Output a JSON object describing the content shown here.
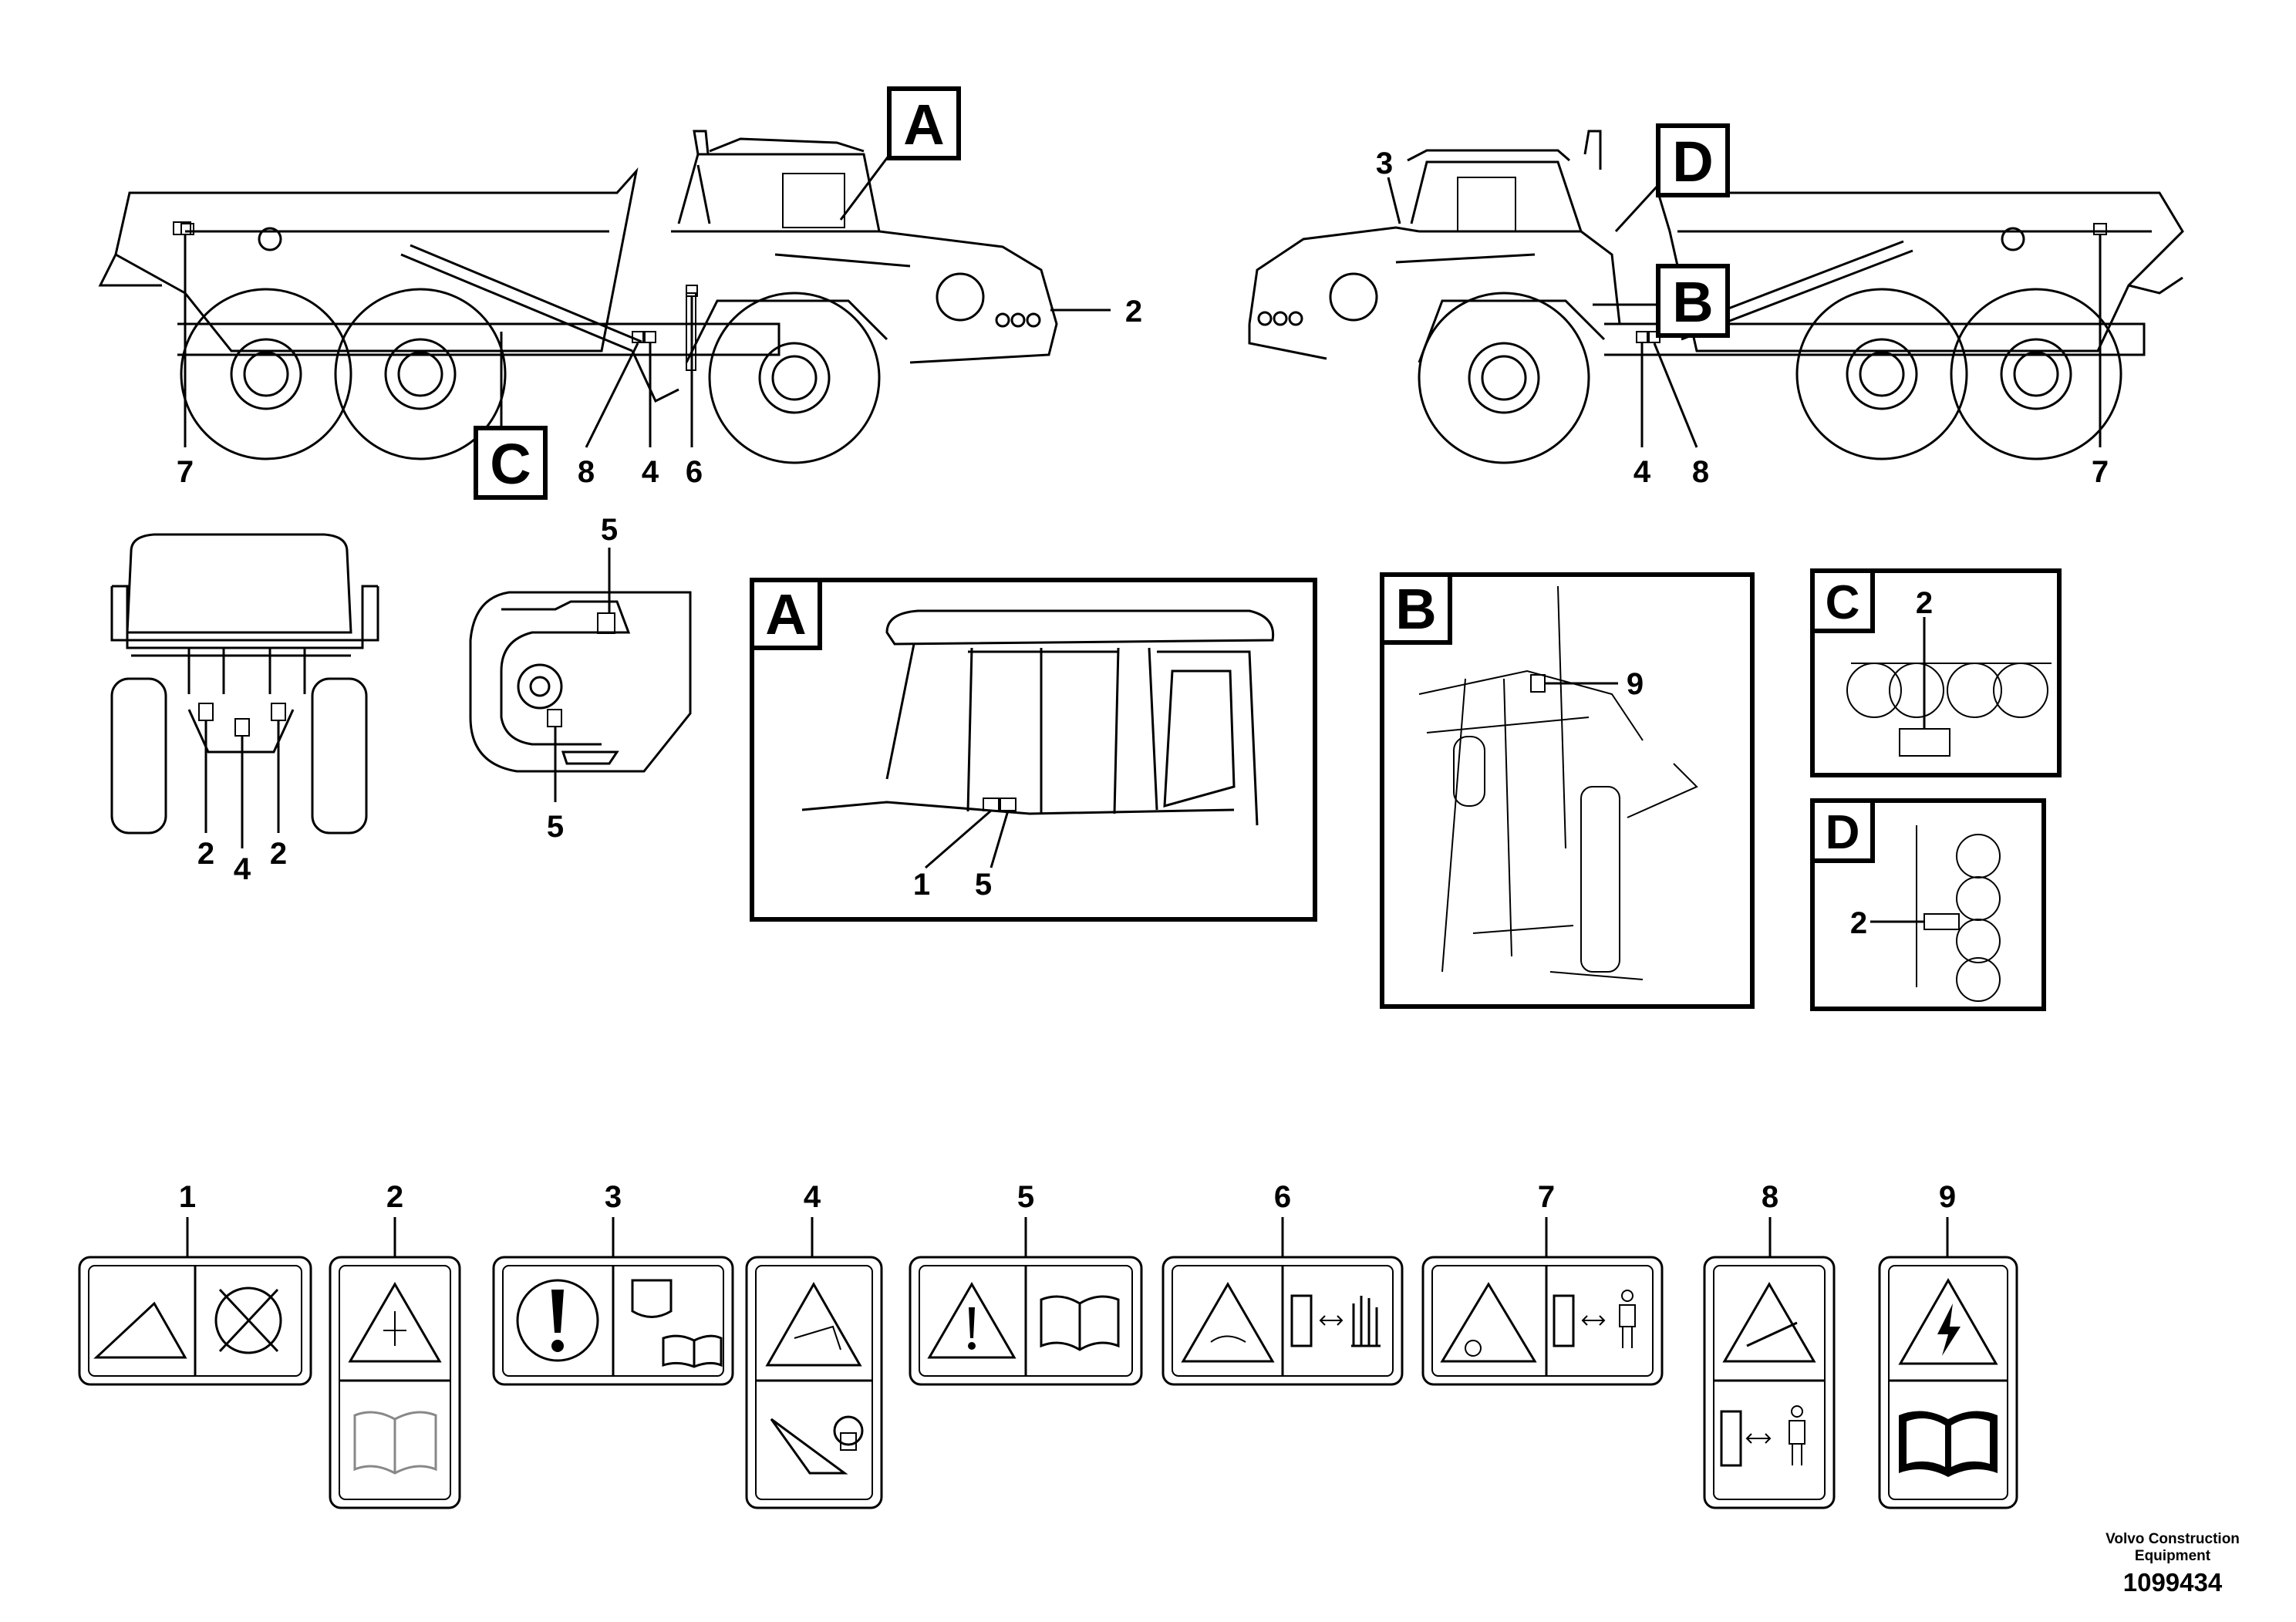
{
  "views": {
    "left_truck": {
      "callouts": [
        "7",
        "8",
        "4",
        "6",
        "2"
      ],
      "section": [
        "A",
        "C"
      ]
    },
    "right_truck": {
      "callouts": [
        "3",
        "4",
        "8",
        "7"
      ],
      "section": [
        "D",
        "B"
      ]
    },
    "rear_view": {
      "callouts": [
        "2",
        "4",
        "2"
      ]
    },
    "cab_panel": {
      "callouts": [
        "5",
        "5"
      ]
    }
  },
  "details": {
    "A": {
      "letter": "A",
      "callouts": [
        "1",
        "5"
      ]
    },
    "B": {
      "letter": "B",
      "callouts": [
        "9"
      ]
    },
    "C": {
      "letter": "C",
      "callouts": [
        "2"
      ]
    },
    "D": {
      "letter": "D",
      "callouts": [
        "2"
      ]
    }
  },
  "decals": [
    {
      "number": "1",
      "icons": [
        "crush-hazard-icon",
        "no-gear-icon"
      ]
    },
    {
      "number": "2",
      "icons": [
        "warning-triangle-icon",
        "manual-book-icon"
      ]
    },
    {
      "number": "3",
      "icons": [
        "exclamation-icon",
        "oil-can-icon"
      ]
    },
    {
      "number": "4",
      "icons": [
        "tipping-body-warning-icon",
        "body-lock-icon"
      ]
    },
    {
      "number": "5",
      "icons": [
        "warning-exclamation-icon",
        "manual-book-icon"
      ]
    },
    {
      "number": "6",
      "icons": [
        "hot-surface-icon",
        "keep-hand-distance-icon"
      ]
    },
    {
      "number": "7",
      "icons": [
        "entanglement-icon",
        "keep-body-distance-icon"
      ]
    },
    {
      "number": "8",
      "icons": [
        "crush-hazard-icon",
        "keep-body-distance-icon"
      ]
    },
    {
      "number": "9",
      "icons": [
        "high-voltage-icon",
        "manual-book-icon"
      ]
    }
  ],
  "footer": {
    "company_line1": "Volvo Construction",
    "company_line2": "Equipment",
    "figure_number": "1099434"
  }
}
